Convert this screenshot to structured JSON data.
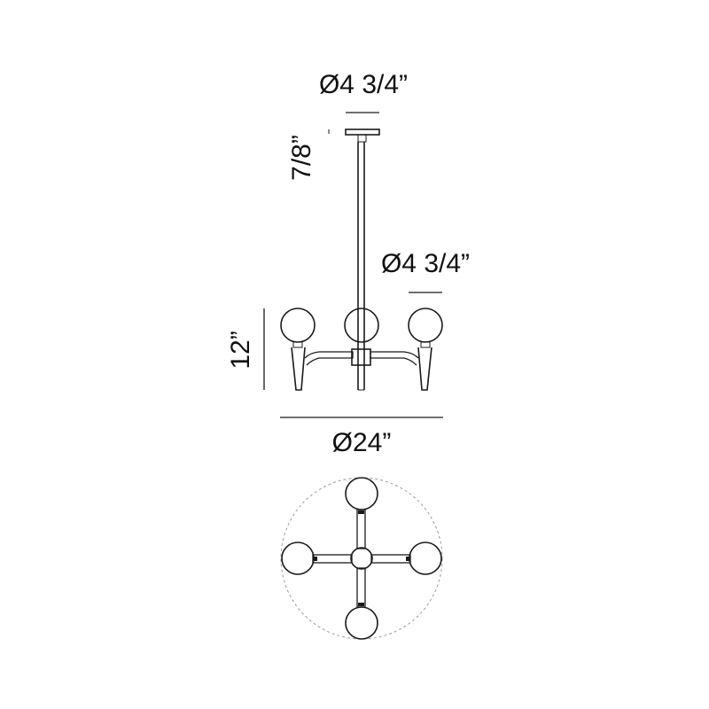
{
  "dimensions": {
    "canopy_diameter": "Ø4 3/4”",
    "canopy_height": "7/8”",
    "shade_diameter": "Ø4 3/4”",
    "fixture_height": "12”",
    "fixture_diameter": "Ø24”"
  },
  "colors": {
    "line": "#1a1a1a",
    "text": "#111111",
    "dashed_outline": "#9a9a9a"
  }
}
